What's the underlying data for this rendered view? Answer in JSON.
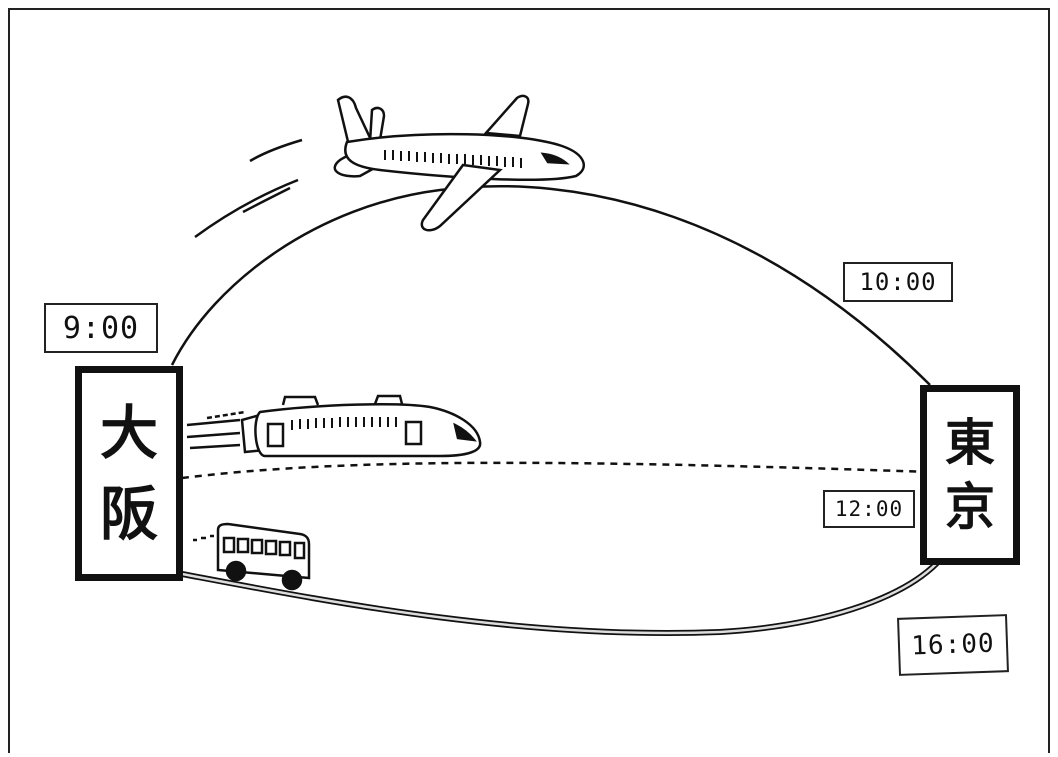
{
  "cities": {
    "origin": [
      "大",
      "阪"
    ],
    "destination": [
      "東",
      "京"
    ]
  },
  "times": {
    "origin_departure": "9:00",
    "plane_arrival": "10:00",
    "train_arrival": "12:00",
    "bus_arrival": "16:00"
  },
  "icons": [
    "airplane-icon",
    "train-icon",
    "bus-icon"
  ]
}
